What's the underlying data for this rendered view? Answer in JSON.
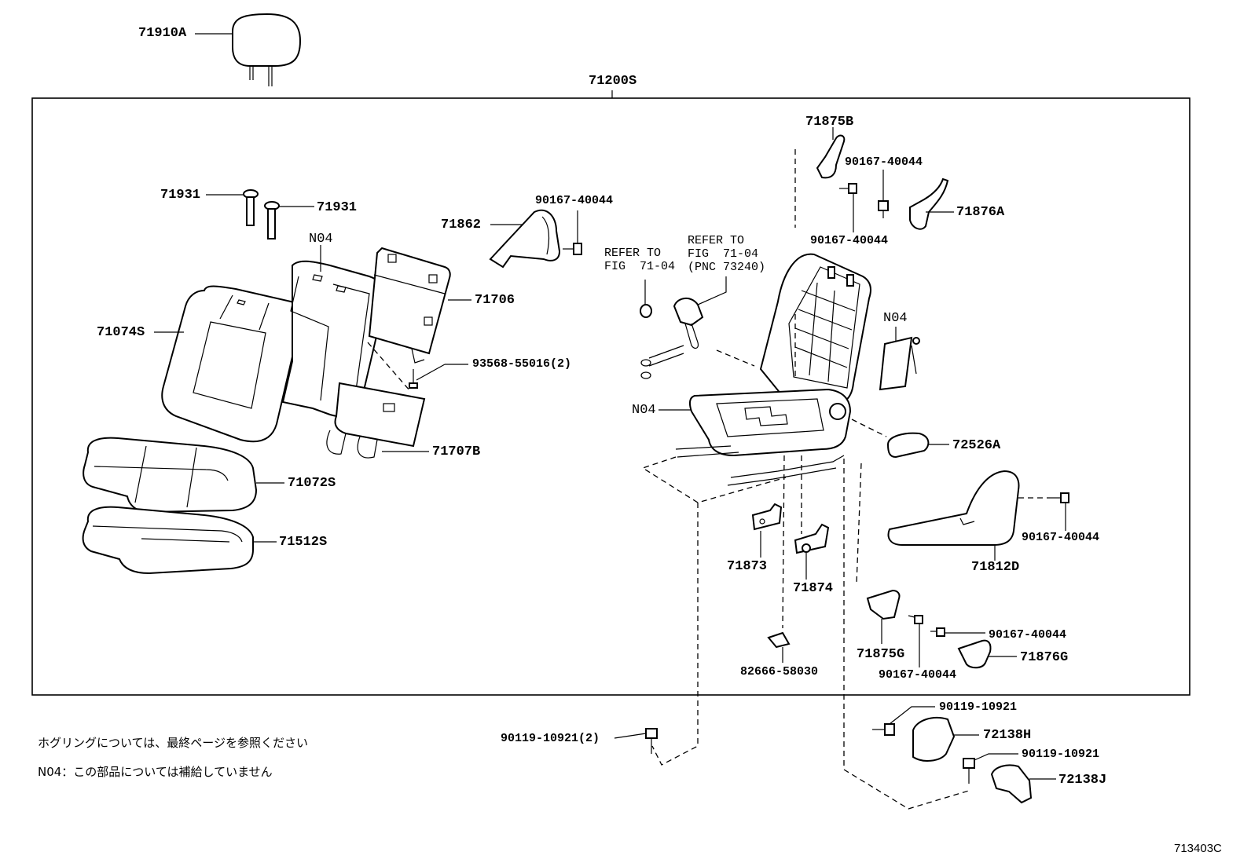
{
  "labels": {
    "headrest": "71910A",
    "seat_assy": "71200S",
    "headrest_guide_1": "71931",
    "headrest_guide_2": "71931",
    "n04_back": "N04",
    "back_cover": "71074S",
    "back_board_cover": "71862",
    "bolt_71862": "90167-40044",
    "back_board": "71706",
    "screw_93568": "93568-55016(2)",
    "back_board_b": "71707B",
    "cushion_cover": "71072S",
    "cushion_pad": "71512S",
    "refer1_line1": "REFER TO",
    "refer1_line2": "FIG  71-04",
    "refer2_line1": "REFER TO",
    "refer2_line2": "FIG  71-04",
    "refer2_line3": "(PNC 73240)",
    "n04_frame": "N04",
    "recliner_cover_b": "71875B",
    "bolt_top_1": "90167-40044",
    "bolt_top_2": "90167-40044",
    "recliner_cover_a": "71876A",
    "n04_side": "N04",
    "knob": "72526A",
    "shield": "71812D",
    "bolt_shield": "90167-40044",
    "cover_71873": "71873",
    "cover_71874": "71874",
    "cover_71875g": "71875G",
    "bolt_mid": "90167-40044",
    "bolt_low": "90167-40044",
    "cover_71876g": "71876G",
    "clip_82666": "82666-58030",
    "bolt_90119_a": "90119-10921",
    "bolt_90119_left": "90119-10921(2)",
    "cover_72138h": "72138H",
    "bolt_90119_b": "90119-10921",
    "cover_72138j": "72138J"
  },
  "notes": {
    "line1": "ホグリングについては、最終ページを参照ください",
    "line2": "N04：この部品については補給していません"
  },
  "figure_id": "713403C"
}
